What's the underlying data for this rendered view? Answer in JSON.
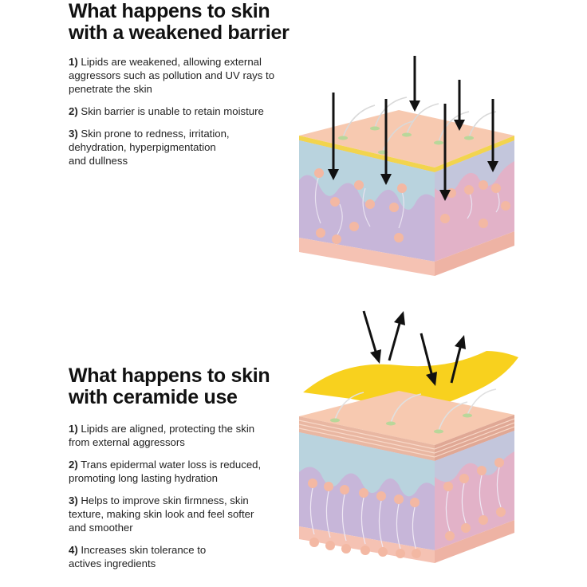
{
  "top": {
    "title_line1": "What happens to skin",
    "title_line2": "with a weakened barrier",
    "points": [
      {
        "num": "1)",
        "text": " Lipids are weakened, allowing external\naggressors such as pollution and UV rays to\npenetrate the skin"
      },
      {
        "num": "2)",
        "text": " Skin barrier is unable to retain moisture"
      },
      {
        "num": "3)",
        "text": " Skin prone to redness, irritation,\ndehydration, hyperpigmentation\nand dullness"
      }
    ]
  },
  "bottom": {
    "title_line1": "What happens to skin",
    "title_line2": "with ceramide use",
    "points": [
      {
        "num": "1)",
        "text": " Lipids are aligned, protecting the skin\nfrom external aggressors"
      },
      {
        "num": "2)",
        "text": " Trans epidermal water loss is reduced,\npromoting long lasting hydration"
      },
      {
        "num": "3)",
        "text": " Helps to improve skin firmness, skin\ntexture, making skin look and feel softer\nand smoother"
      },
      {
        "num": "4)",
        "text": " Increases skin tolerance to\nactives ingredients"
      }
    ]
  },
  "colors": {
    "skin_top": "#f7c9b0",
    "dermis_front": "#c7b6d9",
    "dermis_side": "#b69fcc",
    "side_pink": "#f0bfc9",
    "epidermis_blue": "#b9d3de",
    "base_peach": "#f5c2b3",
    "yellow_line": "#f2d44e",
    "ceramide_yellow": "#f8d11e",
    "cell": "#f3b8a3",
    "arrow": "#111111"
  }
}
